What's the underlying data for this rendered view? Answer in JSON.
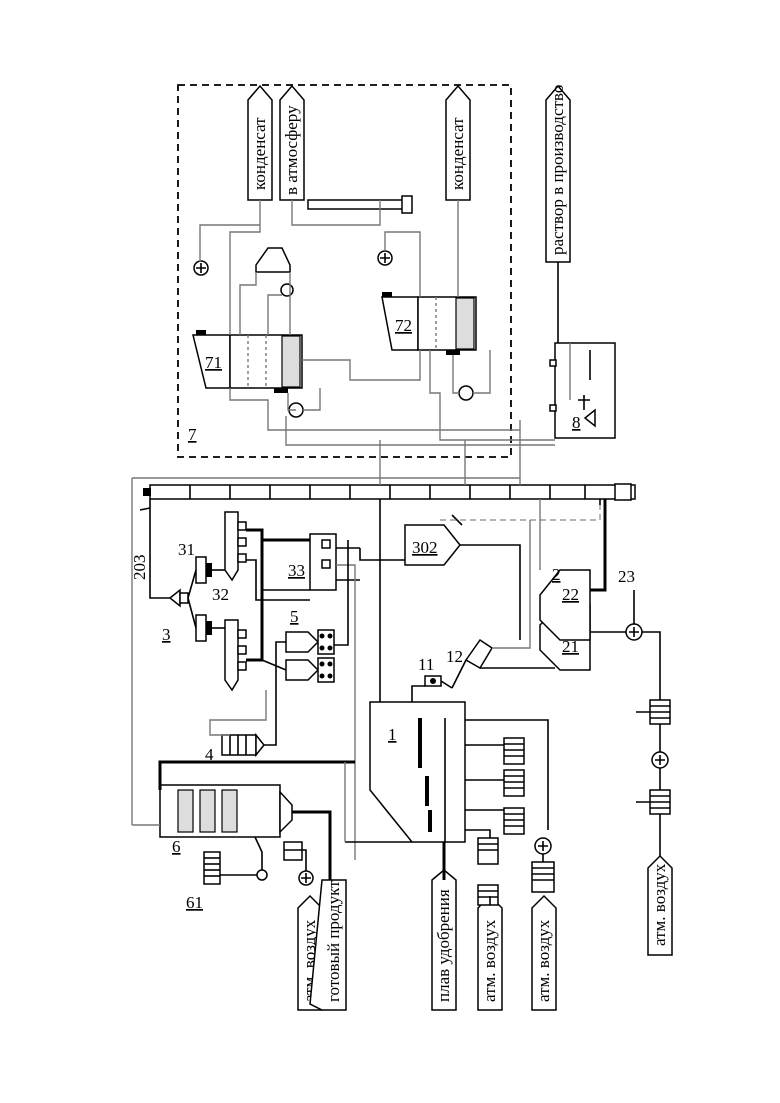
{
  "streams": {
    "condensate_1": "конденсат",
    "to_atmosphere": "в атмосферу",
    "condensate_2": "конденсат",
    "solution_to_production": "раствор в производство",
    "atm_air_1": "атм. воздух",
    "finished_product": "готовый продукт",
    "fertilizer_melt": "плав удобрения",
    "atm_air_2": "атм. воздух",
    "atm_air_3": "атм. воздух",
    "atm_air_4": "атм. воздух"
  },
  "labels": {
    "l1": "1",
    "l2": "2",
    "l3": "3",
    "l4": "4",
    "l5": "5",
    "l6": "6",
    "l7": "7",
    "l8": "8",
    "l11": "11",
    "l12": "12",
    "l21": "21",
    "l22": "22",
    "l23": "23",
    "l31": "31",
    "l32": "32",
    "l33": "33",
    "l61": "61",
    "l71": "71",
    "l72": "72",
    "l203": "203",
    "l302": "302"
  }
}
